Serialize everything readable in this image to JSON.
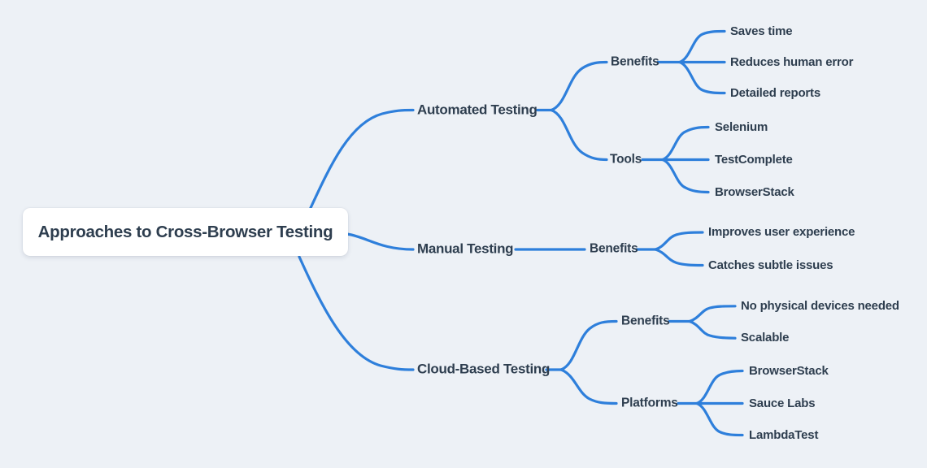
{
  "colors": {
    "background": "#edf1f6",
    "connector": "#2e7fdb",
    "text": "#2e3e4f",
    "root_background": "#ffffff"
  },
  "mindmap": {
    "root": {
      "label": "Approaches to Cross-Browser Testing"
    },
    "branches": [
      {
        "label": "Automated Testing",
        "children": [
          {
            "label": "Benefits",
            "children": [
              {
                "label": "Saves time"
              },
              {
                "label": "Reduces human error"
              },
              {
                "label": "Detailed reports"
              }
            ]
          },
          {
            "label": "Tools",
            "children": [
              {
                "label": "Selenium"
              },
              {
                "label": "TestComplete"
              },
              {
                "label": "BrowserStack"
              }
            ]
          }
        ]
      },
      {
        "label": "Manual Testing",
        "children": [
          {
            "label": "Benefits",
            "children": [
              {
                "label": "Improves user experience"
              },
              {
                "label": "Catches subtle issues"
              }
            ]
          }
        ]
      },
      {
        "label": "Cloud-Based Testing",
        "children": [
          {
            "label": "Benefits",
            "children": [
              {
                "label": "No physical devices needed"
              },
              {
                "label": "Scalable"
              }
            ]
          },
          {
            "label": "Platforms",
            "children": [
              {
                "label": "BrowserStack"
              },
              {
                "label": "Sauce Labs"
              },
              {
                "label": "LambdaTest"
              }
            ]
          }
        ]
      }
    ]
  }
}
